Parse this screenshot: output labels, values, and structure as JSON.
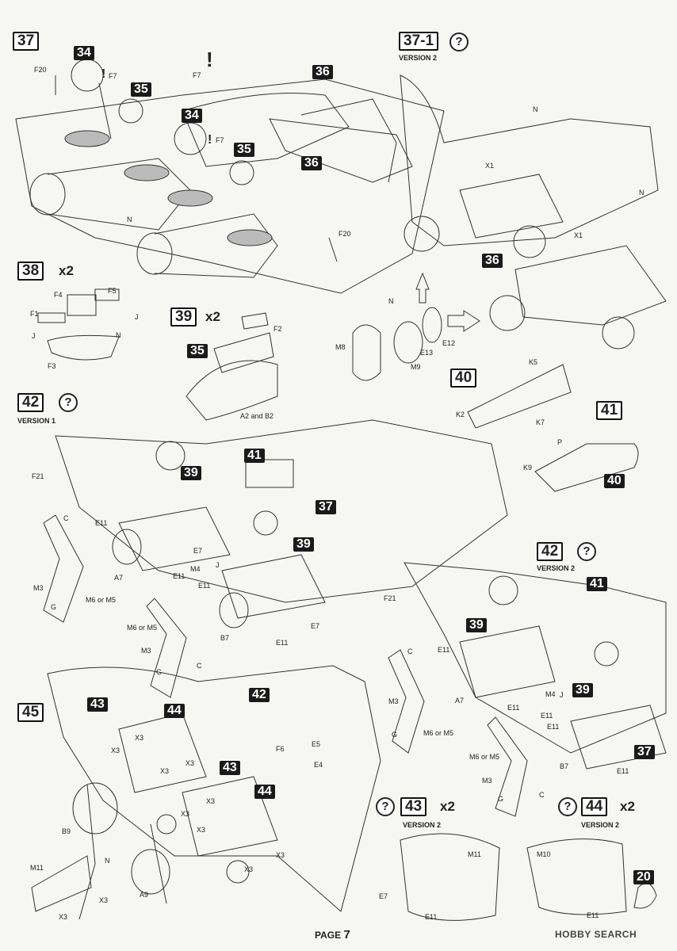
{
  "steps": {
    "s37": {
      "num": "37"
    },
    "s37_1": {
      "num": "37-1",
      "version": "VERSION 2"
    },
    "s38": {
      "num": "38",
      "mult": "x2"
    },
    "s39": {
      "num": "39",
      "mult": "x2"
    },
    "s40": {
      "num": "40"
    },
    "s41": {
      "num": "41"
    },
    "s42_1": {
      "num": "42",
      "version": "VERSION 1"
    },
    "s42_2": {
      "num": "42",
      "version": "VERSION 2"
    },
    "s43": {
      "num": "43",
      "mult": "x2",
      "version": "VERSION 2"
    },
    "s44": {
      "num": "44",
      "mult": "x2",
      "version": "VERSION 2"
    },
    "s45": {
      "num": "45"
    }
  },
  "ref": {
    "r34": "34",
    "r35": "35",
    "r36": "36",
    "r37": "37",
    "r39": "39",
    "r40": "40",
    "r41": "41",
    "r42": "42",
    "r43": "43",
    "r44": "44",
    "r20": "20"
  },
  "sym": {
    "question": "?",
    "warn": "!"
  },
  "labels": {
    "F20": "F20",
    "F7": "F7",
    "N": "N",
    "X1": "X1",
    "F1": "F1",
    "F3": "F3",
    "F4": "F4",
    "F5": "F5",
    "F2": "F2",
    "J": "J",
    "A2B2": "A2 and B2",
    "M8": "M8",
    "M9": "M9",
    "E12": "E12",
    "E13": "E13",
    "K2": "K2",
    "K5": "K5",
    "K7": "K7",
    "K9": "K9",
    "P": "P",
    "F21": "F21",
    "C": "C",
    "E11": "E11",
    "E7": "E7",
    "M3": "M3",
    "M4": "M4",
    "G": "G",
    "M6M5": "M6 or M5",
    "A7": "A7",
    "B7": "B7",
    "X3": "X3",
    "F6": "F6",
    "E4": "E4",
    "E5": "E5",
    "B9": "B9",
    "M11": "M11",
    "M10": "M10",
    "A9": "A9"
  },
  "footer": {
    "page_label": "PAGE",
    "page_num": "7"
  },
  "watermark": "HOBBY SEARCH"
}
